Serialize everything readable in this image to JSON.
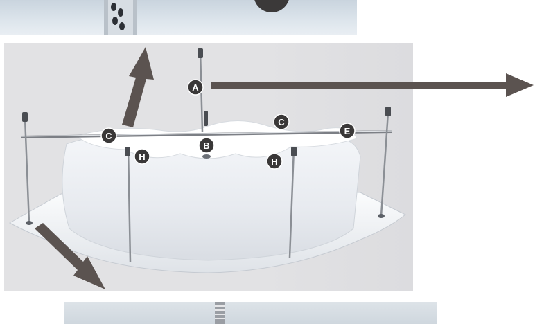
{
  "markers": {
    "a": "A",
    "b": "B",
    "c_left": "C",
    "c_right": "C",
    "e": "E",
    "h_left": "H",
    "h_right": "H"
  },
  "colors": {
    "arrow": "#5b5350",
    "marker_fill": "#3a3838",
    "tub": "#eef0f4",
    "panel_bg": "#e2e2e4"
  }
}
